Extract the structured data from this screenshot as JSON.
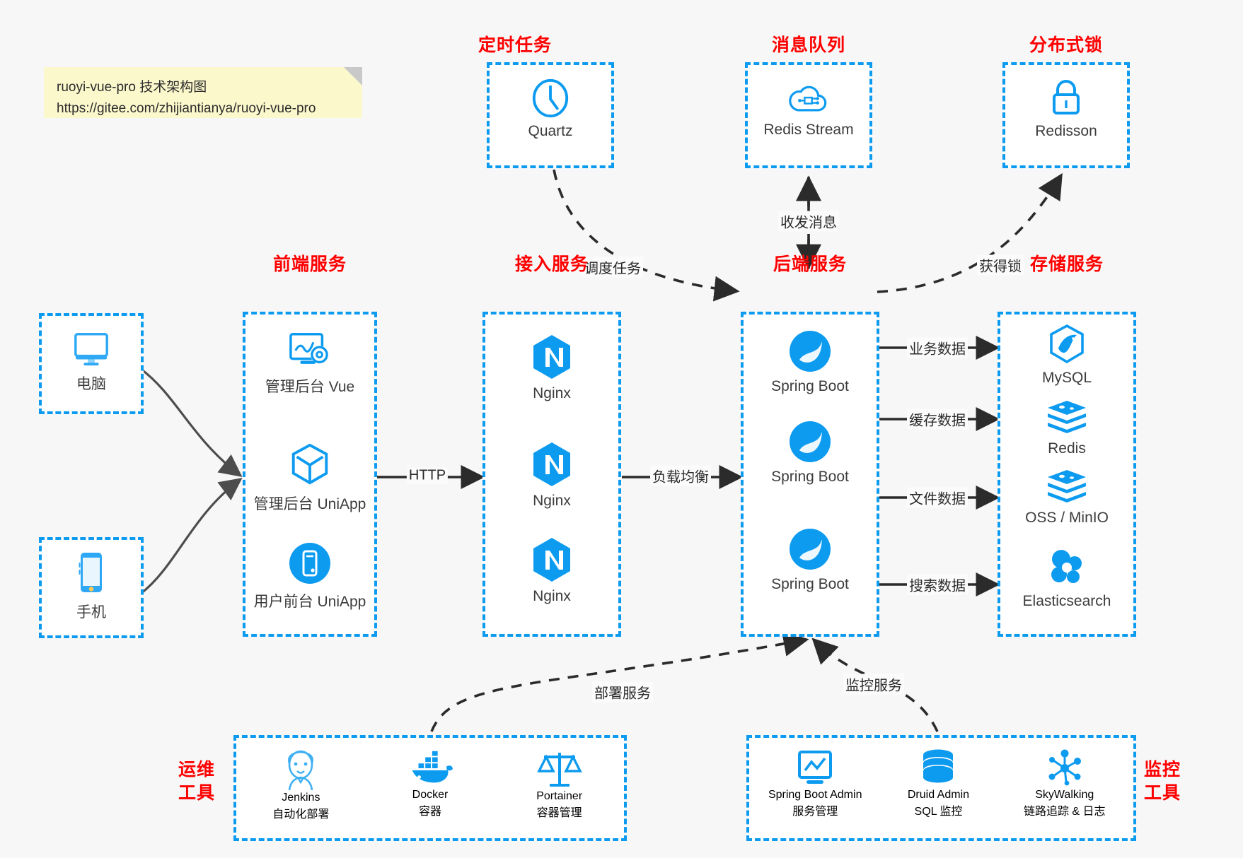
{
  "note": {
    "line1": "ruoyi-vue-pro 技术架构图",
    "line2": "https://gitee.com/zhijiantianya/ruoyi-vue-pro"
  },
  "colors": {
    "accent_blue": "#0d9bf0",
    "title_red": "#ff0000",
    "edge_gray": "#4d4d4d",
    "background": "#f7f7f7",
    "note_yellow": "#fbf8cc"
  },
  "groups": {
    "scheduled_task": {
      "title": "定时任务",
      "nodes": [
        {
          "label": "Quartz",
          "icon": "clock-icon"
        }
      ]
    },
    "message_queue": {
      "title": "消息队列",
      "nodes": [
        {
          "label": "Redis Stream",
          "icon": "cloud-stream-icon"
        }
      ]
    },
    "distributed_lock": {
      "title": "分布式锁",
      "nodes": [
        {
          "label": "Redisson",
          "icon": "lock-icon"
        }
      ]
    },
    "client_pc": {
      "title": "",
      "nodes": [
        {
          "label": "电脑",
          "icon": "desktop-icon"
        }
      ]
    },
    "client_phone": {
      "title": "",
      "nodes": [
        {
          "label": "手机",
          "icon": "mobile-icon"
        }
      ]
    },
    "frontend": {
      "title": "前端服务",
      "nodes": [
        {
          "label": "管理后台 Vue",
          "icon": "dashboard-icon"
        },
        {
          "label": "管理后台 UniApp",
          "icon": "cube-icon"
        },
        {
          "label": "用户前台 UniApp",
          "icon": "app-circle-icon"
        }
      ]
    },
    "gateway": {
      "title": "接入服务",
      "nodes": [
        {
          "label": "Nginx",
          "icon": "nginx-icon"
        },
        {
          "label": "Nginx",
          "icon": "nginx-icon"
        },
        {
          "label": "Nginx",
          "icon": "nginx-icon"
        }
      ]
    },
    "backend": {
      "title": "后端服务",
      "nodes": [
        {
          "label": "Spring Boot",
          "icon": "spring-icon"
        },
        {
          "label": "Spring Boot",
          "icon": "spring-icon"
        },
        {
          "label": "Spring Boot",
          "icon": "spring-icon"
        }
      ]
    },
    "storage": {
      "title": "存储服务",
      "nodes": [
        {
          "label": "MySQL",
          "icon": "mysql-icon"
        },
        {
          "label": "Redis",
          "icon": "redis-icon"
        },
        {
          "label": "OSS / MinIO",
          "icon": "oss-icon"
        },
        {
          "label": "Elasticsearch",
          "icon": "elasticsearch-icon"
        }
      ]
    },
    "devops": {
      "title": "运维\n工具",
      "title_line1": "运维",
      "title_line2": "工具",
      "nodes": [
        {
          "label": "Jenkins",
          "sub": "自动化部署",
          "icon": "jenkins-icon"
        },
        {
          "label": "Docker",
          "sub": "容器",
          "icon": "docker-icon"
        },
        {
          "label": "Portainer",
          "sub": "容器管理",
          "icon": "scales-icon"
        }
      ]
    },
    "monitoring": {
      "title_line1": "监控",
      "title_line2": "工具",
      "nodes": [
        {
          "label": "Spring Boot Admin",
          "sub": "服务管理",
          "icon": "monitor-chart-icon"
        },
        {
          "label": "Druid Admin",
          "sub": "SQL 监控",
          "icon": "database-icon"
        },
        {
          "label": "SkyWalking",
          "sub": "链路追踪 & 日志",
          "icon": "skywalking-icon"
        }
      ]
    }
  },
  "edges": {
    "schedule_task": "调度任务",
    "send_receive_message": "收发消息",
    "acquire_lock": "获得锁",
    "http": "HTTP",
    "load_balance": "负载均衡",
    "business_data": "业务数据",
    "cache_data": "缓存数据",
    "file_data": "文件数据",
    "search_data": "搜索数据",
    "deploy_service": "部署服务",
    "monitor_service": "监控服务"
  }
}
